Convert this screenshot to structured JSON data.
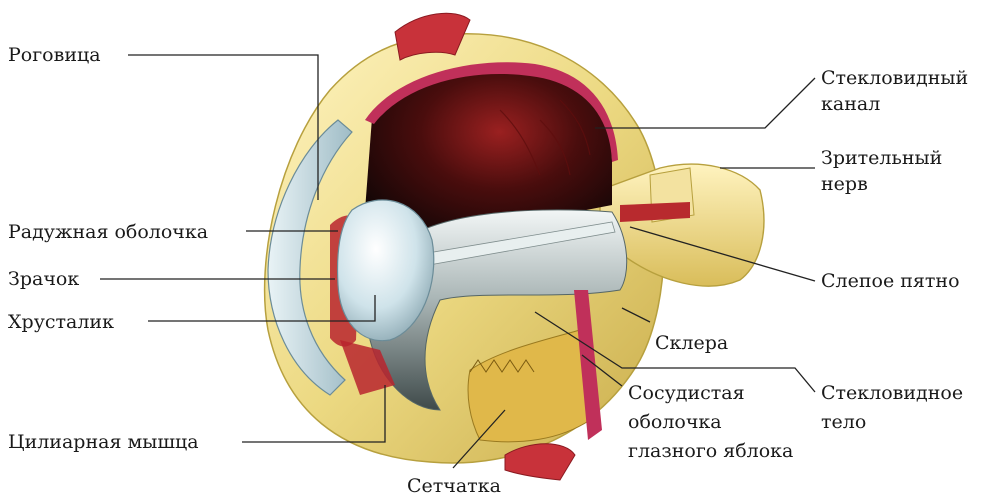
{
  "labels": {
    "cornea": "Роговица",
    "iris": "Радужная оболочка",
    "pupil": "Зрачок",
    "lens": "Хрусталик",
    "ciliary": "Цилиарная мышца",
    "vitreous_canal_1": "Стекловидный",
    "vitreous_canal_2": "канал",
    "optic_nerve_1": "Зрительный",
    "optic_nerve_2": "нерв",
    "blind_spot": "Слепое пятно",
    "sclera": "Склера",
    "vitreous_body_1": "Стекловидное",
    "vitreous_body_2": "тело",
    "choroid_1": "Сосудистая",
    "choroid_2": "оболочка",
    "choroid_3": "глазного яблока",
    "retina": "Сетчатка"
  },
  "colors": {
    "sclera": "#ecd982",
    "sclera_edge": "#b7a03e",
    "choroid": "#c0305a",
    "interior_dark": "#120808",
    "interior_red": "#8e1c1c",
    "vitreous": "#b9c4c4",
    "lens": "#cfe4ec",
    "muscle": "#b8242e",
    "retina": "#e0b84a"
  }
}
